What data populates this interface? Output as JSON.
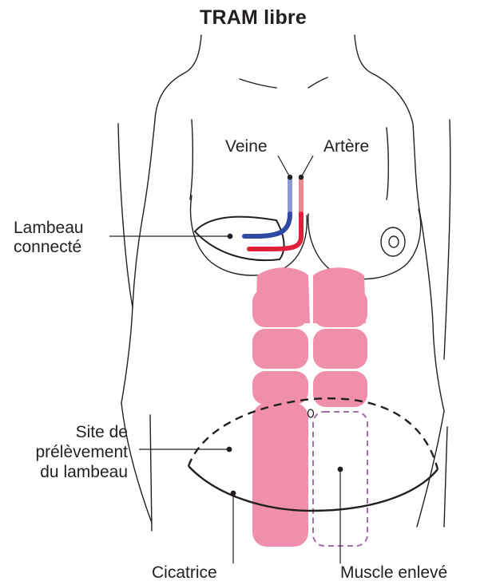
{
  "title": "TRAM libre",
  "labels": {
    "veine": "Veine",
    "artere": "Artère",
    "lambeau_line1": "Lambeau",
    "lambeau_line2": "connecté",
    "site_line1": "Site de",
    "site_line2": "prélèvement",
    "site_line3": "du lambeau",
    "cicatrice": "Cicatrice",
    "muscle": "Muscle enlevé"
  },
  "colors": {
    "outline": "#231f20",
    "vein_blue": "#2e4aa3",
    "vein_light": "#8b9ad0",
    "artery_red": "#e0203a",
    "artery_light": "#f0868f",
    "muscle_pink": "#f08fab",
    "removed_outline": "#a270a8"
  }
}
